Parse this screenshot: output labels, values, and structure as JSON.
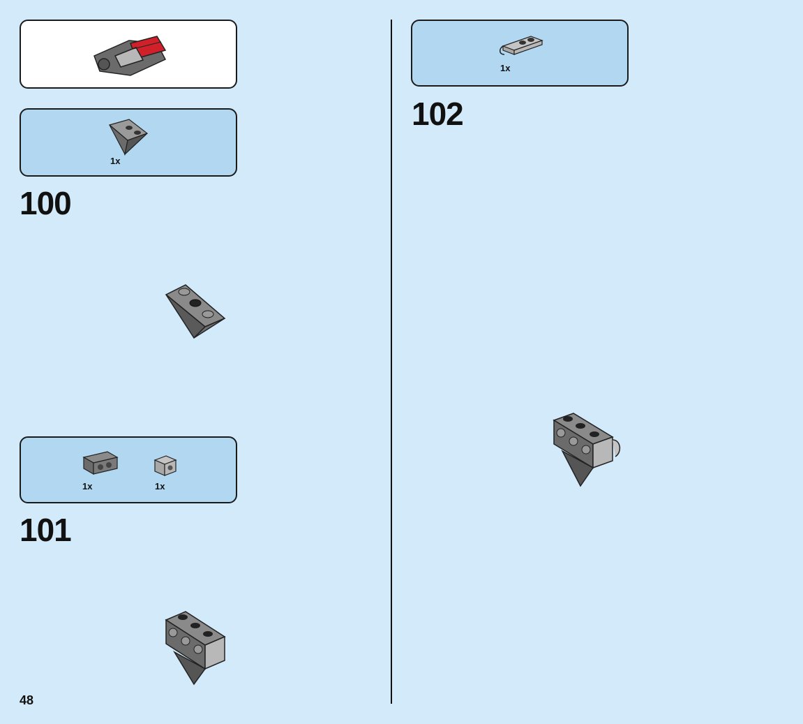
{
  "page": {
    "number": "48",
    "background": "#d3eafa"
  },
  "steps": [
    {
      "number": "100",
      "parts": [
        {
          "icon": "inverted-slope-brick-icon",
          "qty": "1x"
        }
      ]
    },
    {
      "number": "101",
      "parts": [
        {
          "icon": "technic-brick-1x2-icon",
          "qty": "1x"
        },
        {
          "icon": "technic-brick-1x1-icon",
          "qty": "1x"
        }
      ]
    },
    {
      "number": "102",
      "parts": [
        {
          "icon": "clip-plate-icon",
          "qty": "1x"
        }
      ]
    }
  ],
  "submodel": {
    "icon": "engine-submodel-icon"
  },
  "colors": {
    "parts_box": "#b1d7f1",
    "dark_grey": "#6b6b6b",
    "light_grey": "#b8b8b8",
    "red": "#d0202a"
  }
}
